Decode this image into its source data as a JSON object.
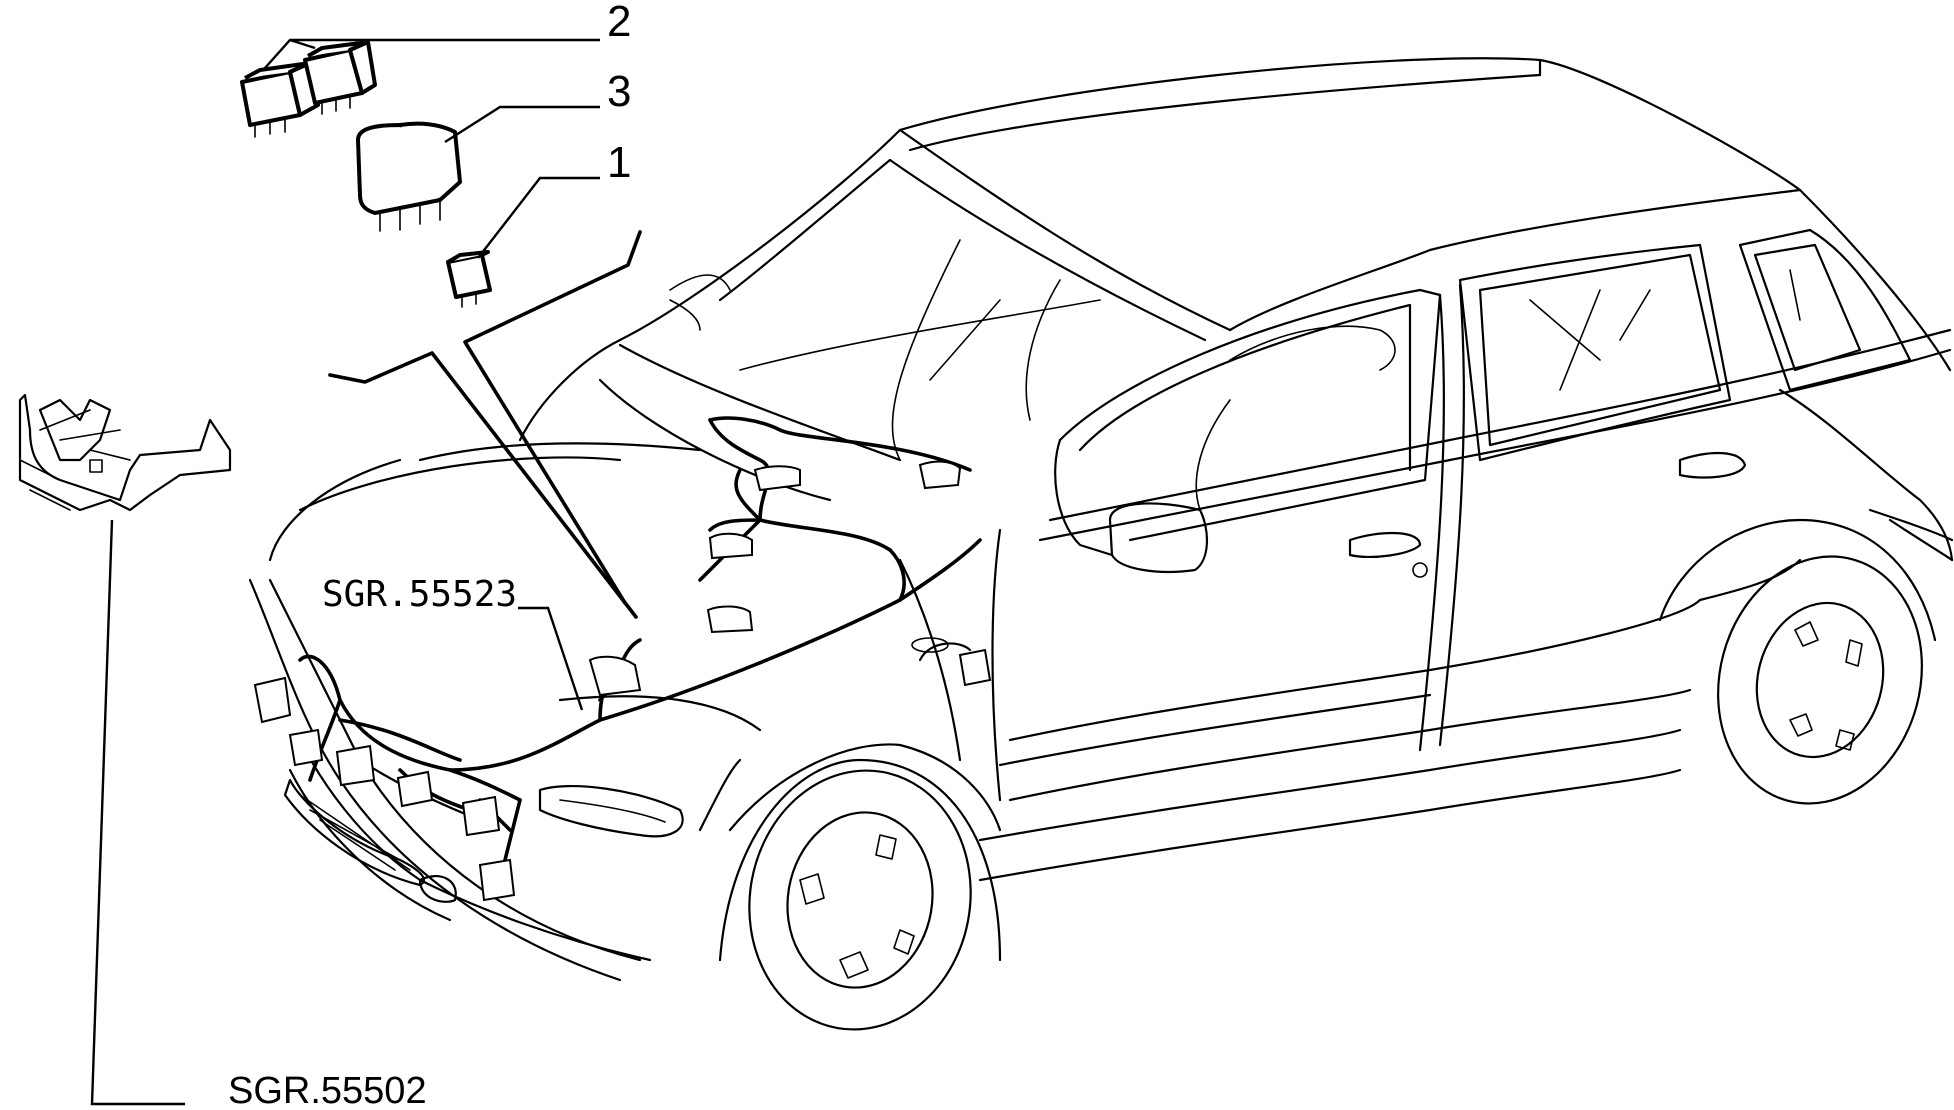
{
  "callouts": {
    "part_2": "2",
    "part_3": "3",
    "part_1": "1"
  },
  "references": {
    "harness": "SGR.55523",
    "bracket": "SGR.55502"
  }
}
